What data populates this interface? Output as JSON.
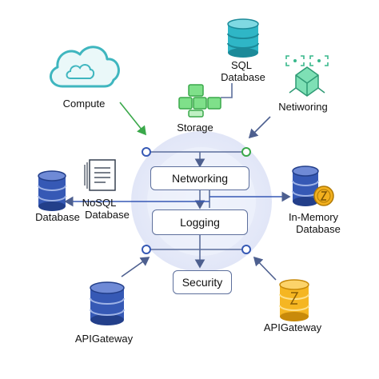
{
  "labels": {
    "compute": "Compute",
    "storage": "Storage",
    "sql_line1": "SQL",
    "sql_line2": "Database",
    "netiworing": "Netiworing",
    "database_left": "Database",
    "nosql_line1": "NoSQL",
    "nosql_line2": "Database",
    "inmemory_line1": "In-Memory",
    "inmemory_line2": "Database",
    "apigateway_left": "APIGateway",
    "apigateway_right": "APIGateway"
  },
  "center": {
    "networking": "Networking",
    "logging": "Logging",
    "security": "Security"
  },
  "colors": {
    "cloud": "#3fb6bf",
    "storage": "#5fd36a",
    "sql_db": "#27a7b8",
    "network_icon": "#39b88c",
    "db_blue": "#2f4fa6",
    "gold": "#f2b01e",
    "halo": "#e9edfb",
    "line": "#5d6f9c",
    "green_arrow": "#3aa84a"
  },
  "icons": [
    "cloud-icon",
    "storage-icon",
    "sql-database-icon",
    "network-icon",
    "database-icon",
    "nosql-document-icon",
    "in-memory-database-icon",
    "coin-icon",
    "api-gateway-icon"
  ]
}
